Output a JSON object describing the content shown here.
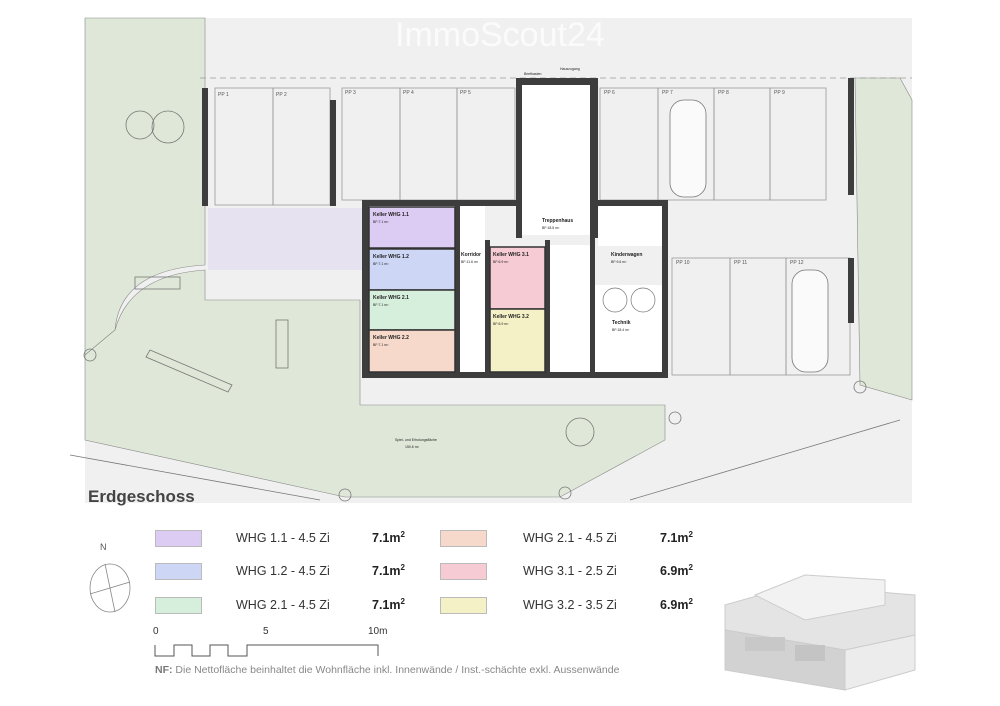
{
  "watermark": "ImmoScout24",
  "plan": {
    "parking": [
      "PP 1",
      "PP 2",
      "PP 3",
      "PP 4",
      "PP 5",
      "PP 6",
      "PP 7",
      "PP 8",
      "PP 9",
      "PP 10",
      "PP 11",
      "PP 12"
    ],
    "entrance_label": "Hauszugang",
    "mailbox_label": "Briefkasten",
    "rooms": [
      {
        "name": "Keller WHG 1.1",
        "area": "BF:7.1 m²",
        "color": "#dccbf2"
      },
      {
        "name": "Keller WHG 1.2",
        "area": "BF:7.1 m²",
        "color": "#cdd6f4"
      },
      {
        "name": "Keller WHG 2.1",
        "area": "BF:7.1 m²",
        "color": "#d6efdd"
      },
      {
        "name": "Keller WHG 2.2",
        "area": "BF:7.1 m²",
        "color": "#f6d9cb"
      },
      {
        "name": "Keller WHG 3.1",
        "area": "BF:6.9 m²",
        "color": "#f6cbd3"
      },
      {
        "name": "Keller WHG 3.2",
        "area": "BF:6.9 m²",
        "color": "#f5f1c6"
      },
      {
        "name": "Korridor",
        "area": "BF:11.6 m²"
      },
      {
        "name": "Treppenhaus",
        "area": "BF:18.5 m²"
      },
      {
        "name": "Kinderwagen",
        "area": "BF:9.6 m²"
      },
      {
        "name": "Technik",
        "area": "BF:18.4 m²"
      }
    ],
    "play_area": {
      "name": "Spiel- und Erholungsfläche",
      "area": "150.6 m²"
    }
  },
  "title": "Erdgeschoss",
  "legend": [
    {
      "label": "WHG 1.1 - 4.5 Zi",
      "value": "7.1m",
      "color": "#dccbf2"
    },
    {
      "label": "WHG 1.2 - 4.5 Zi",
      "value": "7.1m",
      "color": "#cdd6f4"
    },
    {
      "label": "WHG 2.1 - 4.5 Zi",
      "value": "7.1m",
      "color": "#d6efdd"
    },
    {
      "label": "WHG 2.1 - 4.5 Zi",
      "value": "7.1m",
      "color": "#f6d9cb"
    },
    {
      "label": "WHG 3.1 - 2.5 Zi",
      "value": "6.9m",
      "color": "#f6cbd3"
    },
    {
      "label": "WHG 3.2 - 3.5 Zi",
      "value": "6.9m",
      "color": "#f5f1c6"
    }
  ],
  "unit_sup": "2",
  "north": "N",
  "scale": {
    "t0": "0",
    "t5": "5",
    "t10": "10m"
  },
  "note": {
    "bold": "NF:",
    "text": " Die Nettofläche beinhaltet die Wohnfläche inkl. Innenwände / Inst.-schächte exkl. Aussenwände"
  }
}
